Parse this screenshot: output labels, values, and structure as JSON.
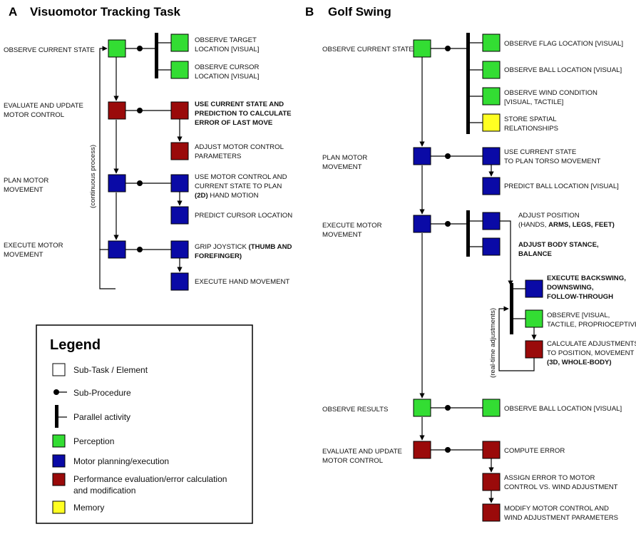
{
  "colors": {
    "perception": "#33dd33",
    "motor": "#0a0aa6",
    "evaluation": "#9a0a0a",
    "memory": "#ffff22",
    "subtask": "#ffffff"
  },
  "panel_a": {
    "letter": "A",
    "title": "Visuomotor Tracking Task",
    "side_label": "(continuous process)",
    "stages": {
      "observe": [
        "OBSERVE CURRENT STATE"
      ],
      "evaluate": [
        "EVALUATE AND UPDATE",
        "MOTOR CONTROL"
      ],
      "plan": [
        "PLAN MOTOR",
        "MOVEMENT"
      ],
      "execute": [
        "EXECUTE MOTOR",
        "MOVEMENT"
      ]
    },
    "tasks": {
      "target": [
        "OBSERVE TARGET",
        "LOCATION [VISUAL]"
      ],
      "cursor": [
        "OBSERVE CURSOR",
        "LOCATION [VISUAL]"
      ],
      "use_state": [
        "USE CURRENT STATE AND",
        "PREDICTION TO CALCULATE",
        "ERROR OF LAST MOVE"
      ],
      "adjust": [
        "ADJUST MOTOR CONTROL",
        "PARAMETERS"
      ],
      "use_motor": [
        "USE MOTOR CONTROL AND",
        "CURRENT STATE TO PLAN"
      ],
      "hand_motion_bold": "(2D)",
      "hand_motion_rest": " HAND MOTION",
      "predict": "PREDICT CURSOR LOCATION",
      "grip_plain": "GRIP JOYSTICK ",
      "grip_bold": "(THUMB AND",
      "grip_bold2": "FOREFINGER)",
      "exec_hand": "EXECUTE HAND MOVEMENT"
    }
  },
  "panel_b": {
    "letter": "B",
    "title": "Golf Swing",
    "side_label": "(real-time adjustments)",
    "stages": {
      "observe": [
        "OBSERVE CURRENT STATE"
      ],
      "plan": [
        "PLAN MOTOR",
        "MOVEMENT"
      ],
      "execute": [
        "EXECUTE MOTOR",
        "MOVEMENT"
      ],
      "results": [
        "OBSERVE RESULTS"
      ],
      "evaluate": [
        "EVALUATE AND UPDATE",
        "MOTOR CONTROL"
      ]
    },
    "tasks": {
      "flag": "OBSERVE FLAG  LOCATION [VISUAL]",
      "ball": "OBSERVE BALL  LOCATION [VISUAL]",
      "wind": [
        "OBSERVE WIND CONDITION",
        "[VISUAL, TACTILE]"
      ],
      "store": [
        "STORE SPATIAL",
        "RELATIONSHIPS"
      ],
      "torso": [
        "USE CURRENT STATE",
        "TO PLAN TORSO MOVEMENT"
      ],
      "predict_ball": "PREDICT BALL LOCATION [VISUAL]",
      "adjust_pos": "ADJUST POSITION",
      "adjust_pos2_plain": "(HANDS, ",
      "adjust_pos2_bold": "ARMS, LEGS, FEET)",
      "stance": [
        "ADJUST BODY STANCE,",
        "BALANCE"
      ],
      "swing": [
        "EXECUTE BACKSWING,",
        "DOWNSWING,",
        "FOLLOW-THROUGH"
      ],
      "observe_sense": [
        "OBSERVE [VISUAL,",
        "TACTILE, PROPRIOCEPTIVE]"
      ],
      "calc": [
        "CALCULATE ADJUSTMENTS",
        "TO POSITION, MOVEMENT"
      ],
      "calc_bold": "(3D, WHOLE-BODY)",
      "ball_result": "OBSERVE BALL LOCATION [VISUAL]",
      "compute": "COMPUTE ERROR",
      "assign": [
        "ASSIGN ERROR TO MOTOR",
        "CONTROL VS. WIND ADJUSTMENT"
      ],
      "modify": [
        "MODIFY MOTOR CONTROL AND",
        "WIND ADJUSTMENT PARAMETERS"
      ]
    }
  },
  "legend": {
    "title": "Legend",
    "items": [
      "Sub-Task / Element",
      "Sub-Procedure",
      "Parallel activity",
      "Perception",
      "Motor planning/execution",
      "Performance evaluation/error calculation",
      "and modification",
      "Memory"
    ]
  }
}
